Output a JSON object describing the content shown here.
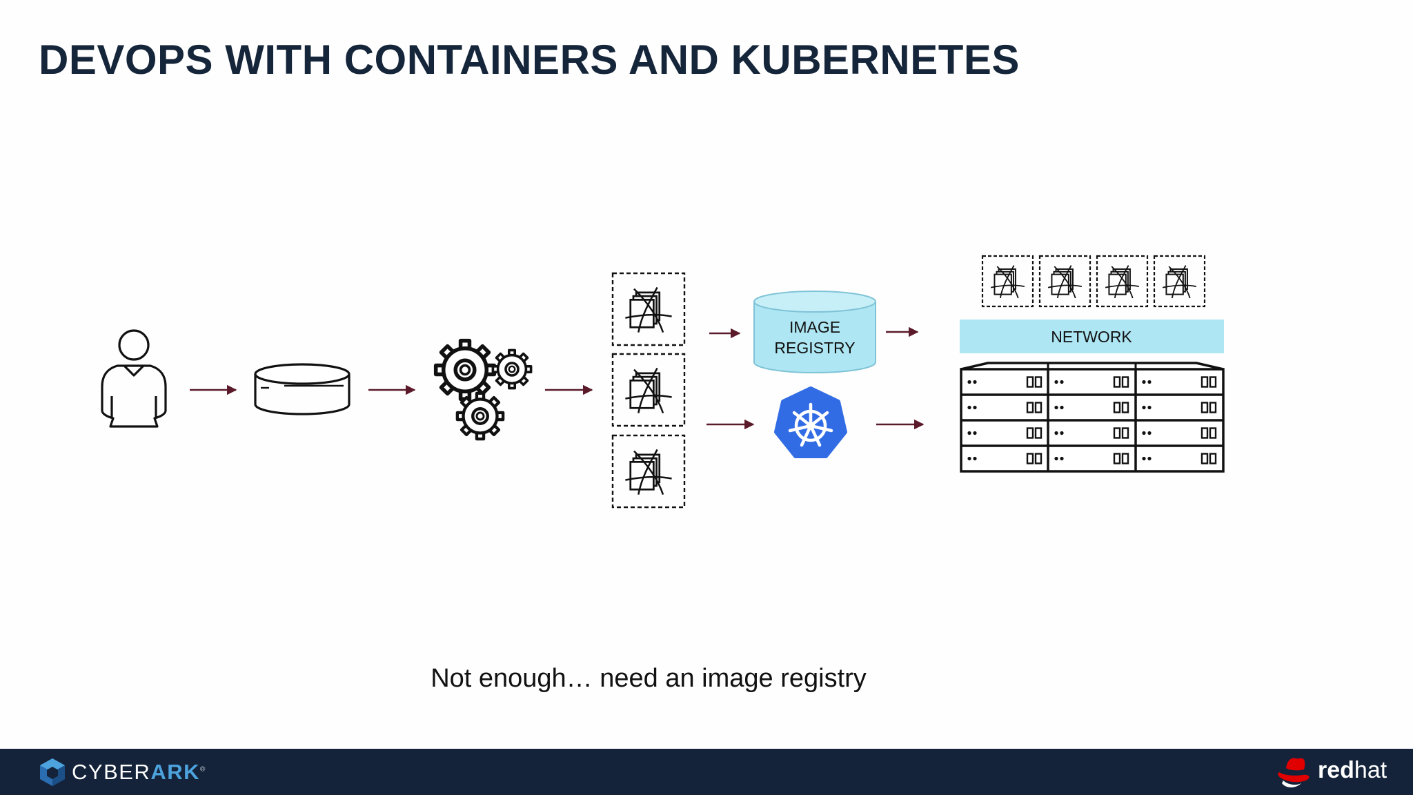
{
  "slide": {
    "title": "DEVOPS WITH CONTAINERS AND KUBERNETES",
    "caption": "Not enough… need an image registry"
  },
  "diagram": {
    "registry_label_line1": "IMAGE",
    "registry_label_line2": "REGISTRY",
    "network_label": "NETWORK",
    "icons": [
      "user-icon",
      "repository-icon",
      "gears-icon",
      "container-image-icon",
      "image-registry-icon",
      "kubernetes-icon",
      "server-rack-icon"
    ],
    "colors": {
      "arrow": "#5a1a2a",
      "registry_fill": "#aee6f3",
      "network_fill": "#aee6f3",
      "kubernetes_blue": "#326ce5"
    }
  },
  "footer": {
    "cyberark_bold": "CYBER",
    "cyberark_accent": "ARK",
    "cyberark_tm": "®",
    "redhat_bold": "red",
    "redhat_light": "hat"
  }
}
